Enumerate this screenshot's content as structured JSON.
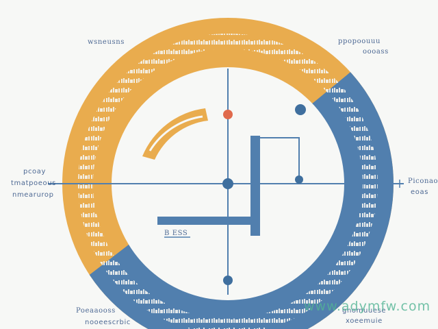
{
  "labels": {
    "top_left": "wsneusns",
    "top_right_line1": "ppopoouuu",
    "top_right_line2": "oooass",
    "left_line1": "pcoay",
    "left_line2": "tmatpoeous",
    "left_line3": "nmearurop",
    "right_line1": "Piconao",
    "right_line2": "eoas",
    "bottom_left_line1": "Poeaaooss",
    "bottom_left_line2": "nooeescrbic",
    "bottom_right_line1": "gnomuuese",
    "bottom_right_line2": "xoeemuie",
    "center_small": "B ESS"
  },
  "watermark": "www.adymfw.com",
  "colors": {
    "orange": "#e9ac4e",
    "blue": "#517fae",
    "dark_blue": "#3f6f9e",
    "red_dot": "#e06a4c",
    "background": "#f7f8f6",
    "ring_text": "#f4f4f0"
  }
}
